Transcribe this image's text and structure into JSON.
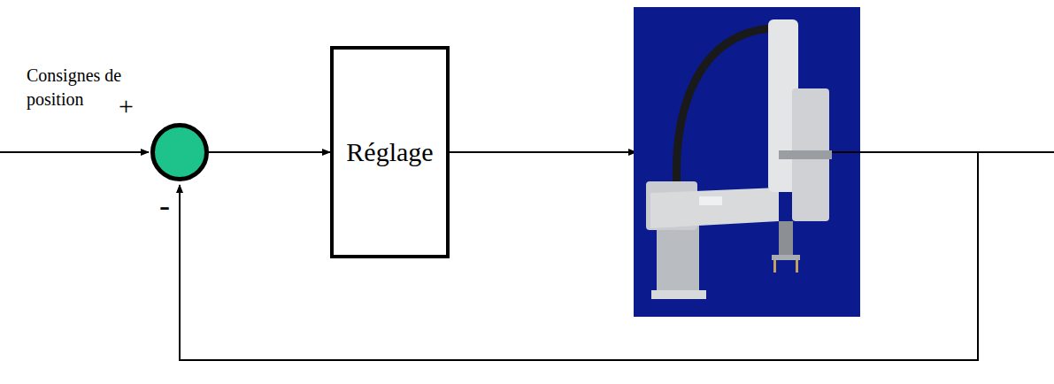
{
  "diagram": {
    "nodes": [
      {
        "text": []
      },
      {
        "text": [
          "Réglage"
        ]
      }
    ],
    "edges": [
      {
        "from": 0,
        "to": 1,
        "arrow": "to"
      }
    ],
    "labels": [
      "Consignes de position",
      "+",
      "-"
    ]
  }
}
